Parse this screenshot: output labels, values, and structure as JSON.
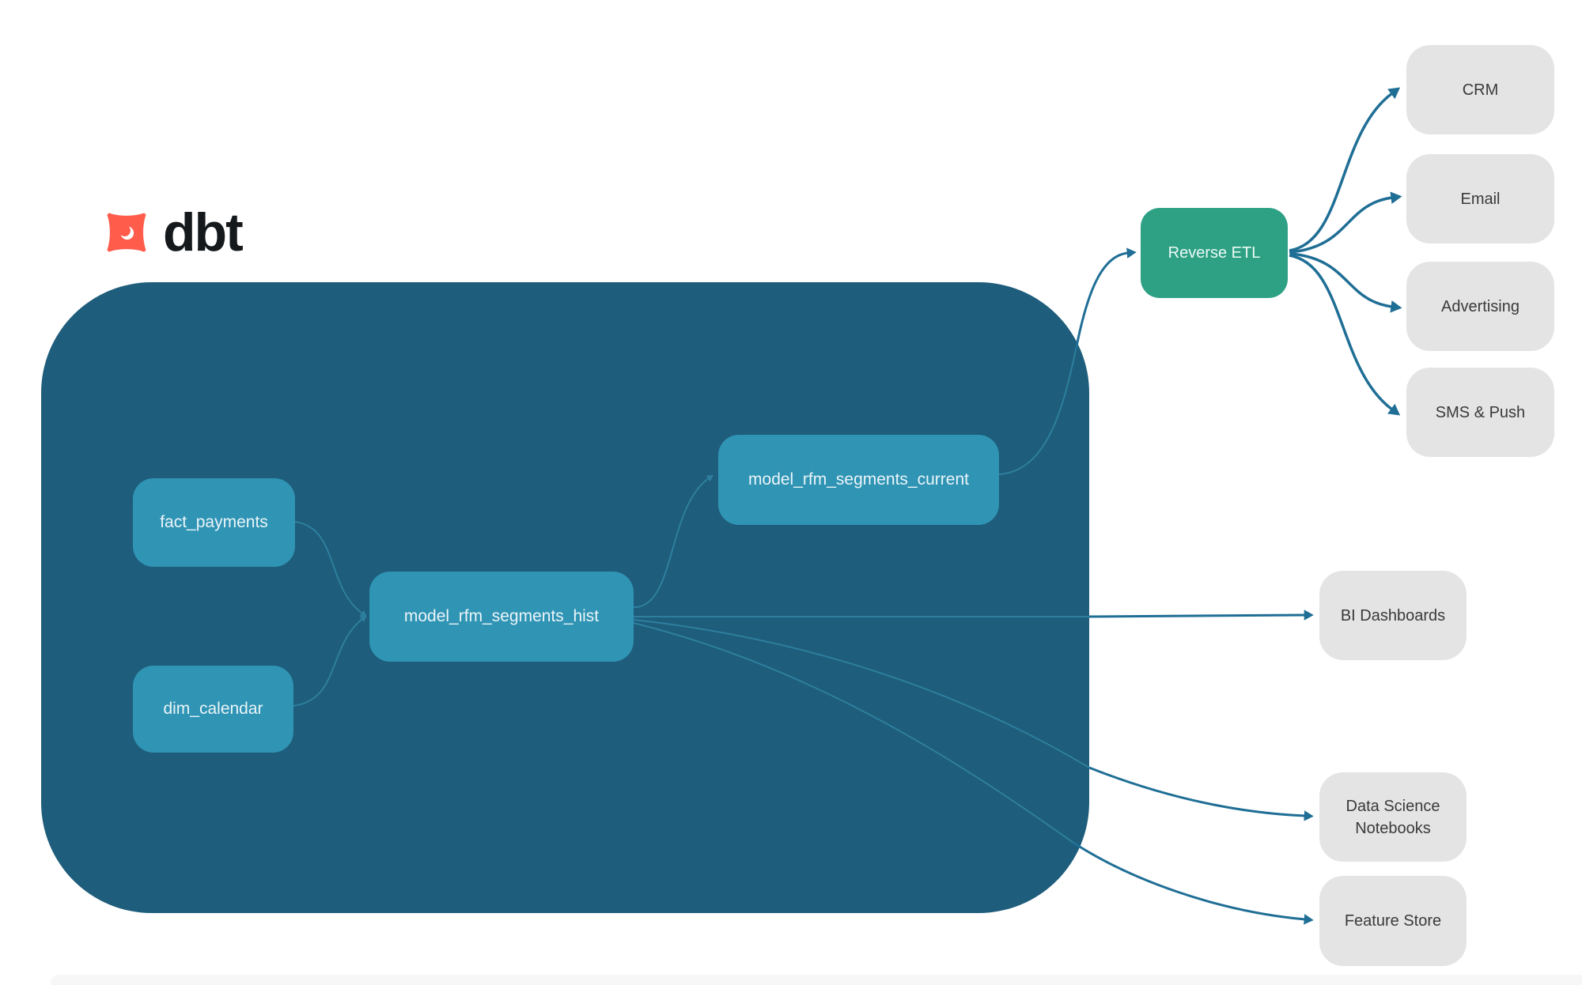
{
  "brand": {
    "logo_text": "dbt"
  },
  "colors": {
    "background": "#FFFFFF",
    "warehouse_container": "#1E5D7B",
    "model_node": "#3094B4",
    "reverse_etl_node": "#2EA185",
    "destination_node": "#E4E4E5",
    "edge_outside": "#1F6E95",
    "edge_inside": "#2E7F9E",
    "logo_orange": "#FF5C4C",
    "logo_text": "#16191C"
  },
  "nodes": {
    "fact_payments": {
      "label": "fact_payments"
    },
    "dim_calendar": {
      "label": "dim_calendar"
    },
    "model_rfm_segments_hist": {
      "label": "model_rfm_segments_hist"
    },
    "model_rfm_segments_current": {
      "label": "model_rfm_segments_current"
    },
    "reverse_etl": {
      "label": "Reverse ETL"
    },
    "crm": {
      "label": "CRM"
    },
    "email": {
      "label": "Email"
    },
    "advertising": {
      "label": "Advertising"
    },
    "sms_push": {
      "label": "SMS & Push"
    },
    "bi_dashboards": {
      "label": "BI Dashboards"
    },
    "data_science_notebooks": {
      "label": "Data Science Notebooks"
    },
    "feature_store": {
      "label": "Feature Store"
    }
  },
  "edges": [
    {
      "from": "fact_payments",
      "to": "model_rfm_segments_hist"
    },
    {
      "from": "dim_calendar",
      "to": "model_rfm_segments_hist"
    },
    {
      "from": "model_rfm_segments_hist",
      "to": "model_rfm_segments_current"
    },
    {
      "from": "model_rfm_segments_current",
      "to": "reverse_etl"
    },
    {
      "from": "reverse_etl",
      "to": "crm"
    },
    {
      "from": "reverse_etl",
      "to": "email"
    },
    {
      "from": "reverse_etl",
      "to": "advertising"
    },
    {
      "from": "reverse_etl",
      "to": "sms_push"
    },
    {
      "from": "model_rfm_segments_hist",
      "to": "bi_dashboards"
    },
    {
      "from": "model_rfm_segments_hist",
      "to": "data_science_notebooks"
    },
    {
      "from": "model_rfm_segments_hist",
      "to": "feature_store"
    }
  ]
}
